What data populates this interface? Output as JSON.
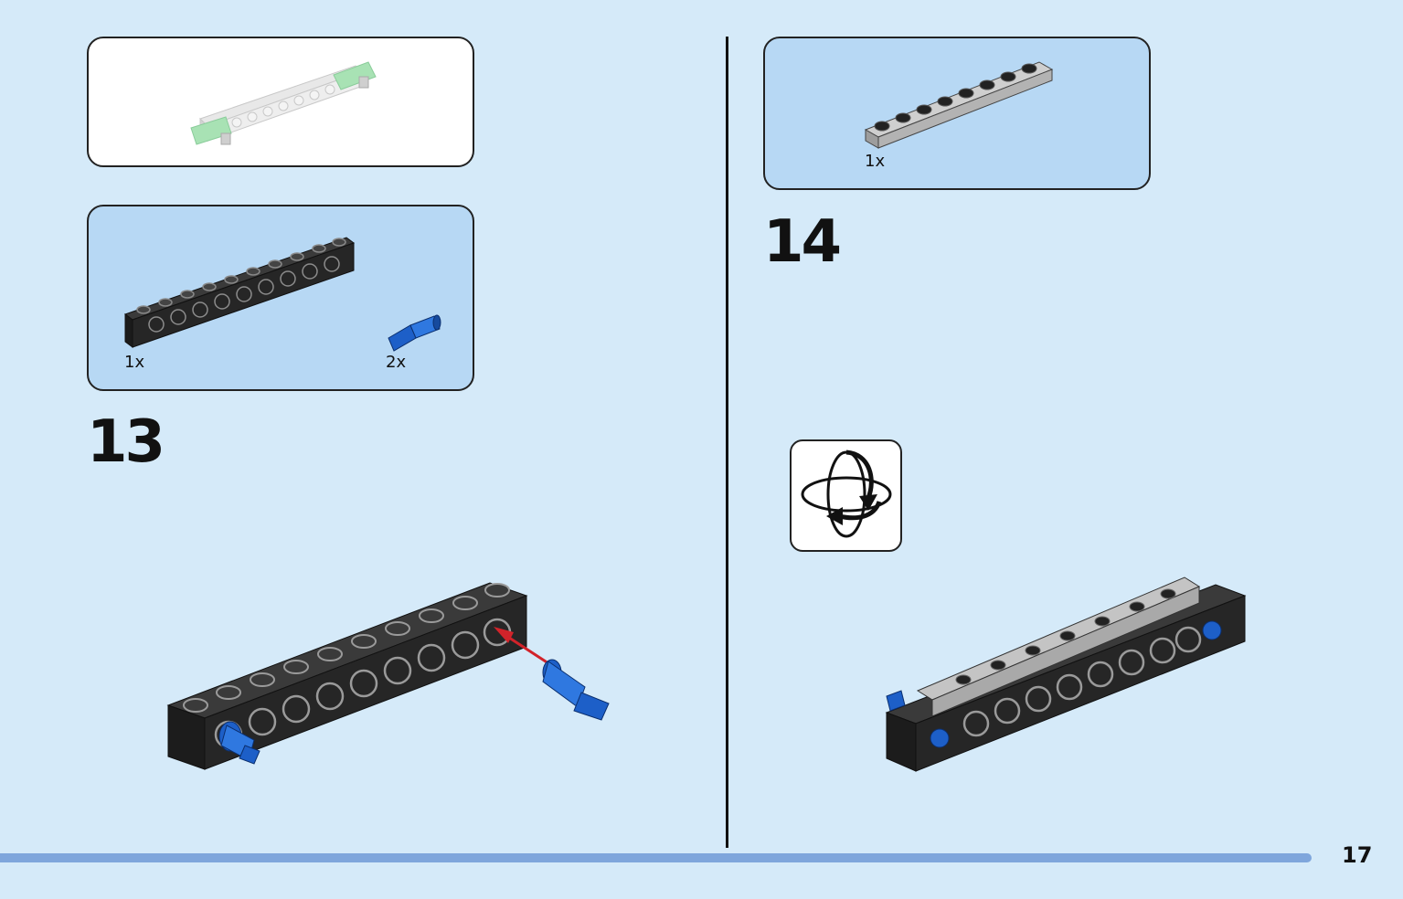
{
  "steps": [
    {
      "number": "13",
      "parts": [
        {
          "quantity": "1x",
          "part": "black technic brick 1x10 with holes"
        },
        {
          "quantity": "2x",
          "part": "blue technic pin"
        }
      ]
    },
    {
      "number": "14",
      "parts": [
        {
          "quantity": "1x",
          "part": "grey plate 1x8"
        }
      ]
    }
  ],
  "icons": {
    "rotate": "rotate-model-icon"
  },
  "colors": {
    "background": "#d5eaf9",
    "parts_box": "#b7d8f4",
    "context_box": "#ffffff",
    "brick_black": "#222222",
    "pin_blue": "#1d5fc8",
    "plate_grey": "#b9b9b9",
    "arrow_red": "#d2232a",
    "page_bar": "#7fa6dc"
  },
  "footer": {
    "page_number": "17"
  }
}
